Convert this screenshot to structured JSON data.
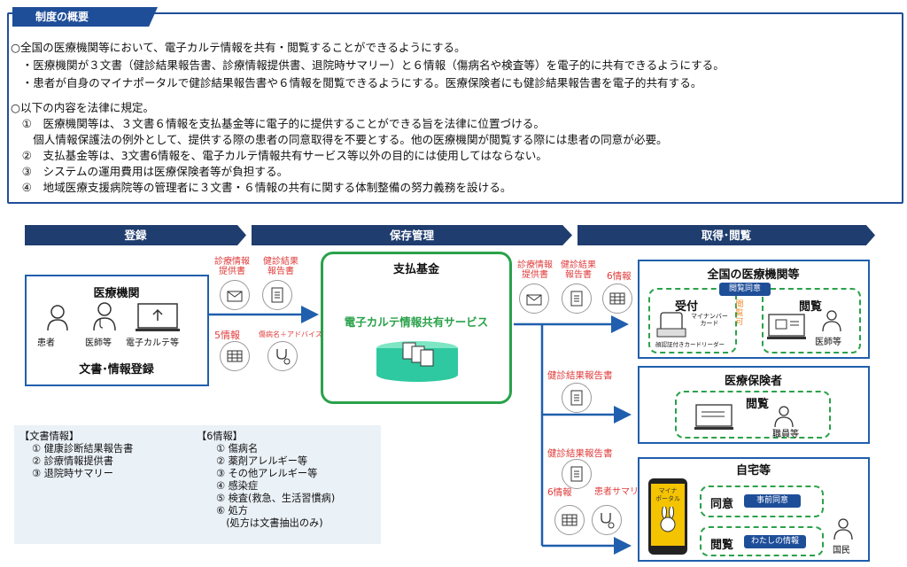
{
  "overview": {
    "tag": "制度の概要",
    "lines": [
      "○全国の医療機関等において、電子カルテ情報を共有・閲覧することができるようにする。",
      "　・医療機関が３文書（健診結果報告書、診療情報提供書、退院時サマリー）と６情報（傷病名や検査等）を電子的に共有できるようにする。",
      "　・患者が自身のマイナポータルで健診結果報告書や６情報を閲覧できるようにする。医療保険者にも健診結果報告書を電子的共有する。",
      "○以下の内容を法律に規定。",
      "　①　医療機関等は、３文書６情報を支払基金等に電子的に提供することができる旨を法律に位置づける。",
      "　　個人情報保護法の例外として、提供する際の患者の同意取得を不要とする。他の医療機関が閲覧する際には患者の同意が必要。",
      "　②　支払基金等は、3文書6情報を、電子カルテ情報共有サービス等以外の目的には使用してはならない。",
      "　③　システムの運用費用は医療保険者等が負担する。",
      "　④　地域医療支援病院等の管理者に３文書・６情報の共有に関する体制整備の努力義務を設ける。"
    ]
  },
  "phases": [
    "登録",
    "保存管理",
    "取得･閲覧"
  ],
  "register": {
    "title": "医療機関",
    "patient": "患者",
    "doctor": "医師等",
    "emr": "電子カルテ等",
    "footer": "文書･情報登録"
  },
  "labels": {
    "sinryo": "診療情報\n提供書",
    "kenshin": "健診結果\n報告書",
    "six": "6情報",
    "five": "5情報",
    "byomei": "傷病名＋アドバイス",
    "kenshin_report": "健診結果報告書",
    "patient_summary": "患者サマリー"
  },
  "fund": {
    "title": "支払基金",
    "service": "電子カルテ情報共有サービス"
  },
  "nation": {
    "title": "全国の医療機関等",
    "consent_badge": "閲覧同意",
    "reception": "受付",
    "mynumber": "マイナンバー\nカード",
    "reader": "顔認証付きカードリーダー",
    "can_view": "閲覧可",
    "view": "閲覧",
    "doctor": "医師等"
  },
  "insurer": {
    "title": "医療保険者",
    "view": "閲覧",
    "staff": "職員等"
  },
  "home": {
    "title": "自宅等",
    "portal": "マイナ\nポータル",
    "consent": "同意",
    "pre_consent": "事前同意",
    "view": "閲覧",
    "my_info": "わたしの情報",
    "citizen": "国民"
  },
  "docs": {
    "header": "【文書情報】",
    "items": [
      "① 健康診断結果報告書",
      "② 診療情報提供書",
      "③ 退院時サマリー"
    ]
  },
  "info6": {
    "header": "【6情報】",
    "items": [
      "① 傷病名",
      "② 薬剤アレルギー等",
      "③ その他アレルギー等",
      "④ 感染症",
      "⑤ 検査(救急、生活習慣病)",
      "⑥ 処方",
      "　(処方は文書抽出のみ)"
    ]
  }
}
